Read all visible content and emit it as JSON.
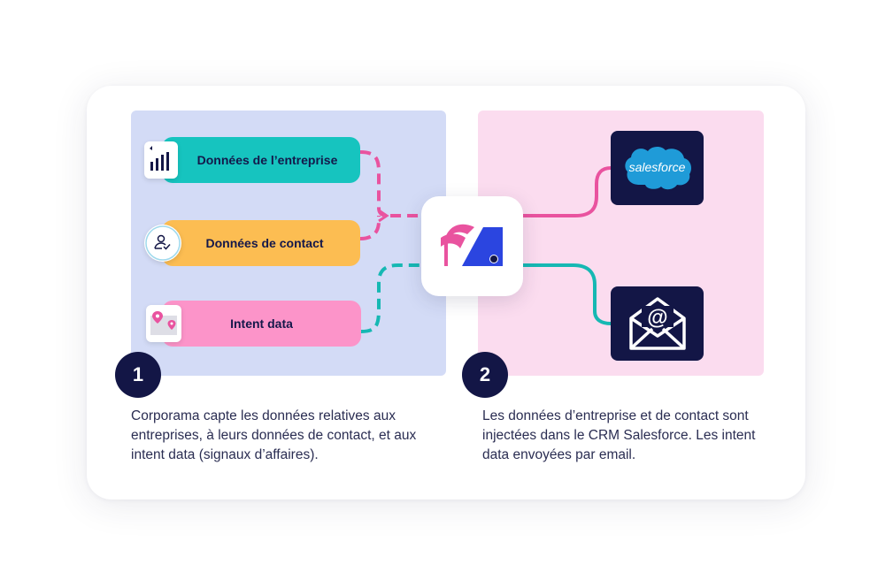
{
  "sources": {
    "entreprise": {
      "label": "Données de l’entreprise",
      "icon": "bar-chart-icon",
      "color": "#16c4bf"
    },
    "contact": {
      "label": "Données de contact",
      "icon": "user-check-icon",
      "color": "#fcbd52"
    },
    "intent": {
      "label": "Intent data",
      "icon": "map-pin-icon",
      "color": "#fc94c9"
    }
  },
  "hub": {
    "icon": "corporama-logo-icon"
  },
  "destinations": {
    "salesforce": {
      "label": "salesforce",
      "icon": "salesforce-cloud-icon"
    },
    "email": {
      "icon": "email-envelope-icon"
    }
  },
  "steps": [
    {
      "number": "1",
      "text": "Corporama capte les données relatives aux entreprises, à leurs données de contact, et aux intent data (signaux d’affaires)."
    },
    {
      "number": "2",
      "text": "Les données d’entreprise et de contact sont injectées dans le CRM Salesforce. Les intent data envoyées par email."
    }
  ],
  "colors": {
    "navy": "#131646",
    "pink": "#e9539f",
    "teal": "#16b8b3",
    "left_panel": "#d3dbf6",
    "right_panel": "#fbdcef",
    "logo_blue": "#2b45e0"
  }
}
